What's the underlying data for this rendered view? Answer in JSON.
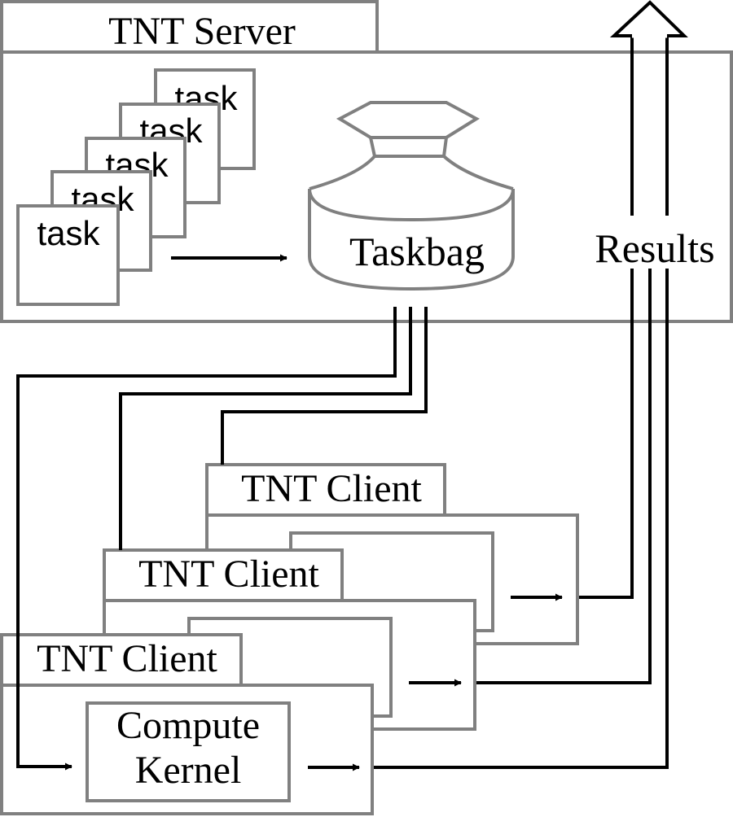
{
  "server": {
    "title": "TNT Server"
  },
  "tasks": {
    "label": "task"
  },
  "taskbag": {
    "label": "Taskbag"
  },
  "results": {
    "label": "Results"
  },
  "clients": [
    {
      "title": "TNT Client"
    },
    {
      "title": "TNT Client"
    },
    {
      "title": "TNT Client"
    }
  ],
  "kernel": {
    "line1": "Compute",
    "line2": "Kernel"
  },
  "colors": {
    "box_stroke": "#808080",
    "line": "#000000",
    "background": "#ffffff"
  }
}
